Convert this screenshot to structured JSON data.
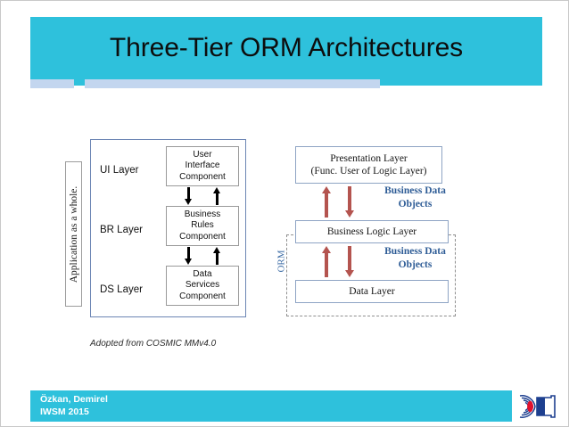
{
  "slide": {
    "title": "Three-Tier ORM Architectures",
    "caption": "Adopted from COSMIC MMv4.0",
    "colors": {
      "band_cyan": "#2ec1dc",
      "underline_pale_blue": "#c3d6ef",
      "diagram_border_blue": "#6c86b4",
      "arrow_red": "#b4544f",
      "label_blue": "#2e5c96",
      "footer_text": "#ffffff",
      "logo_red": "#e3102c",
      "logo_blue": "#1d3f8f"
    }
  },
  "left_diagram": {
    "outer_label": "Application as a whole.",
    "tiers": [
      {
        "label": "UI Layer",
        "component": "User\nInterface\nComponent"
      },
      {
        "label": "BR Layer",
        "component": "Business\nRules\nComponent"
      },
      {
        "label": "DS Layer",
        "component": "Data\nServices\nComponent"
      }
    ],
    "tier_labels": {
      "ui": "UI Layer",
      "br": "BR Layer",
      "ds": "DS Layer"
    },
    "components": {
      "ui_line1": "User",
      "ui_line2": "Interface",
      "ui_line3": "Component",
      "br_line1": "Business",
      "br_line2": "Rules",
      "br_line3": "Component",
      "ds_line1": "Data",
      "ds_line2": "Services",
      "ds_line3": "Component"
    }
  },
  "right_diagram": {
    "presentation_line1": "Presentation Layer",
    "presentation_line2": "(Func. User of Logic Layer)",
    "business_logic_layer": "Business Logic Layer",
    "data_layer": "Data Layer",
    "orm_label": "ORM",
    "business_data_objects_1_line1": "Business Data",
    "business_data_objects_1_line2": "Objects",
    "business_data_objects_2_line1": "Business Data",
    "business_data_objects_2_line2": "Objects"
  },
  "footer": {
    "line1": "Özkan, Demirel",
    "line2": "IWSM 2015",
    "logo_name": "institution-logo"
  }
}
